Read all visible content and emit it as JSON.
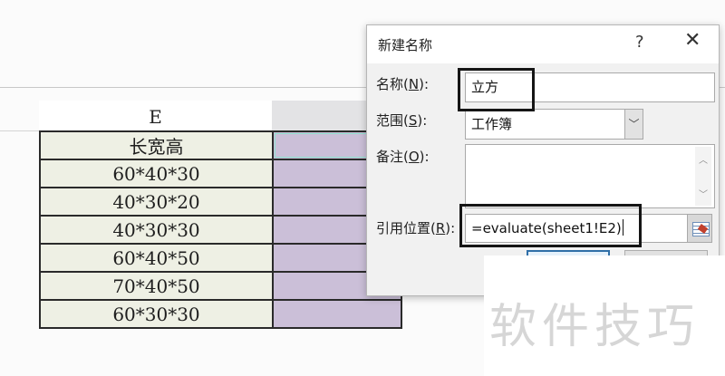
{
  "sheet": {
    "column_header": "E",
    "rows": [
      {
        "e": "长宽高"
      },
      {
        "e": "60*40*30"
      },
      {
        "e": "40*30*20"
      },
      {
        "e": "40*30*30"
      },
      {
        "e": "60*40*50"
      },
      {
        "e": "70*40*50"
      },
      {
        "e": "60*30*30"
      }
    ]
  },
  "dialog": {
    "title": "新建名称",
    "help_label": "?",
    "close_label": "✕",
    "name_label": "名称(",
    "name_hotkey": "N",
    "name_label_end": "):",
    "name_value": "立方",
    "scope_label": "范围(",
    "scope_hotkey": "S",
    "scope_label_end": "):",
    "scope_value": "工作簿",
    "comment_label": "备注(",
    "comment_hotkey": "O",
    "comment_label_end": "):",
    "comment_value": "",
    "refers_label": "引用位置(",
    "refers_hotkey": "R",
    "refers_label_end": "):",
    "refers_value": "=evaluate(sheet1!E2)",
    "dropdown_glyph": "﹀",
    "scroll_up": "︿",
    "scroll_down": "﹀"
  },
  "watermark": "软件技巧",
  "colors": {
    "e_cell_bg": "#eef0e4",
    "f_cell_bg": "#cbbfd8",
    "ok_border": "#2f6fa8"
  }
}
